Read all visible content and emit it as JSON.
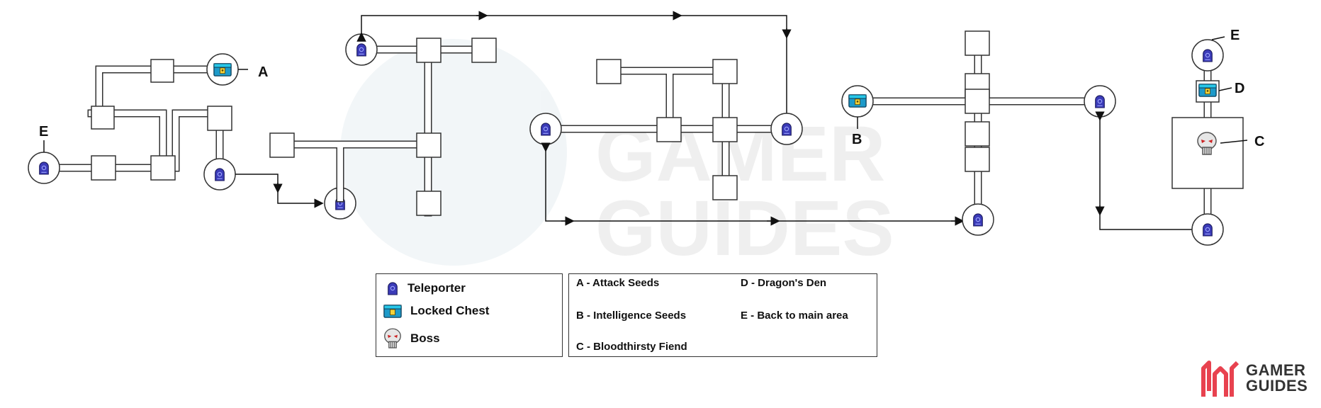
{
  "markers": {
    "chest_a": "A",
    "exit_e_left": "E",
    "chest_b": "B",
    "exit_e_right": "E",
    "chest_d": "D",
    "boss_c": "C"
  },
  "legend": {
    "teleporter": "Teleporter",
    "locked_chest": "Locked Chest",
    "boss": "Boss"
  },
  "key": {
    "a": "A - Attack Seeds",
    "b": "B - Intelligence Seeds",
    "c": "C - Bloodthirsty Fiend",
    "d": "D - Dragon's Den",
    "e": "E - Back to main area"
  },
  "brand": {
    "line1": "GAMER",
    "line2": "GUIDES",
    "color": "#e8424f"
  },
  "icons": {
    "teleporter": "teleporter-icon",
    "chest": "locked-chest-icon",
    "boss": "boss-skull-icon"
  }
}
